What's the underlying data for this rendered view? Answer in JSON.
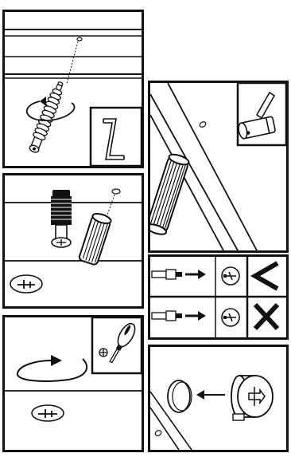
{
  "app": {
    "title": "",
    "background": "#ffffff",
    "ink": "#111111"
  },
  "panels": [
    {
      "id": "panel-1",
      "icons": [
        "cam-bolt-icon",
        "rotate-arrow-icon",
        "allen-key-icon"
      ]
    },
    {
      "id": "panel-2",
      "icons": [
        "hammer-icon",
        "wooden-dowel-icon"
      ]
    },
    {
      "id": "panel-3",
      "icons": [
        "cam-bolt-icon",
        "wooden-dowel-icon",
        "cam-lock-icon"
      ]
    },
    {
      "id": "panel-4",
      "icons": [
        "check-icon",
        "cross-icon",
        "cam-lock-icon"
      ],
      "states": [
        "correct",
        "incorrect"
      ]
    },
    {
      "id": "panel-5",
      "icons": [
        "screwdriver-icon",
        "phillips-head-icon",
        "rotate-arrow-icon",
        "cam-lock-icon"
      ]
    },
    {
      "id": "panel-6",
      "icons": [
        "cover-cap-icon",
        "cam-lock-icon",
        "arrow-left-icon"
      ]
    }
  ]
}
